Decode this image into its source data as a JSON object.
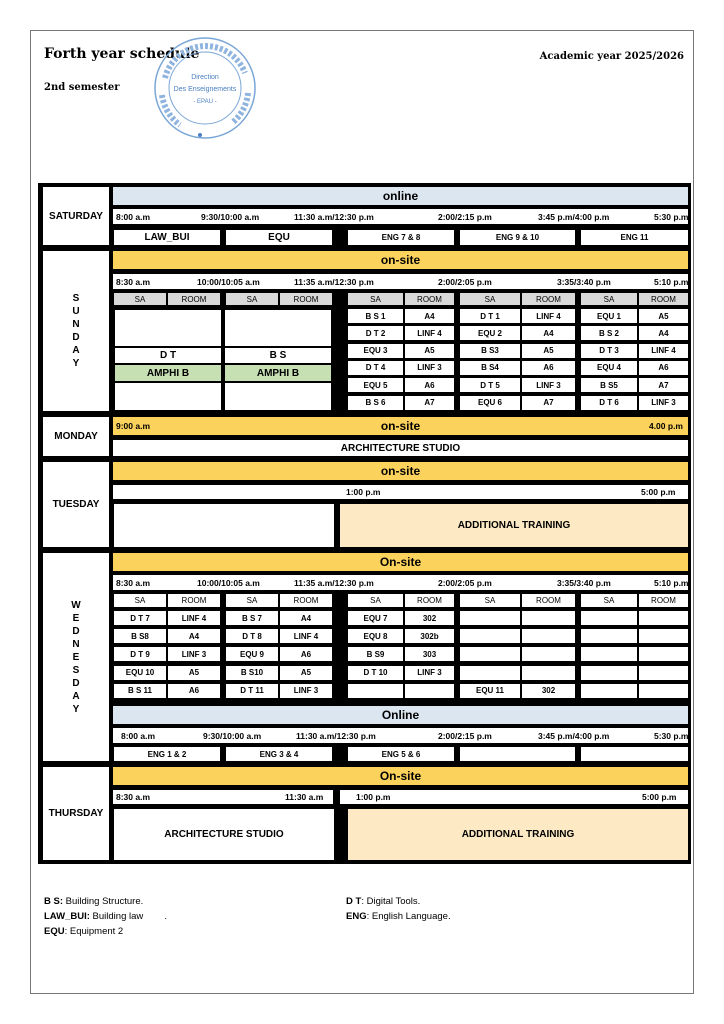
{
  "header": {
    "title": "Forth year schedule",
    "semester": "2nd semester",
    "academic_year": "Academic year 2025/2026",
    "stamp_lines": [
      "Direction",
      "Des Enseignements",
      "- EPAU -"
    ]
  },
  "days": {
    "saturday": "SATURDAY",
    "sunday": [
      "S",
      "U",
      "N",
      "D",
      "A",
      "Y"
    ],
    "monday": "MONDAY",
    "tuesday": "TUESDAY",
    "wednesday": [
      "W",
      "E",
      "D",
      "N",
      "E",
      "S",
      "D",
      "A",
      "Y"
    ],
    "thursday": "THURSDAY"
  },
  "saturday": {
    "band": "online",
    "times": [
      "8:00 a.m",
      "9:30/10:00 a.m",
      "11:30 a.m/12:30 p.m",
      "2:00/2:15 p.m",
      "3:45 p.m/4:00 p.m",
      "5:30 p.m"
    ],
    "courses": [
      "LAW_BUI",
      "EQU",
      "ENG 7 & 8",
      "ENG 9 & 10",
      "ENG 11"
    ]
  },
  "sunday": {
    "band": "on-site",
    "times": [
      "8:30 a.m",
      "10:00/10:05 a.m",
      "11:35 a.m/12:30 p.m",
      "2:00/2:05 p.m",
      "3:35/3:40 p.m",
      "5:10 p.m"
    ],
    "col_sa": "SA",
    "col_room": "ROOM",
    "left": [
      {
        "course": "D T",
        "room": "AMPHI B"
      },
      {
        "course": "B S",
        "room": "AMPHI B"
      }
    ],
    "afternoon": [
      [
        "B S 1",
        "A4",
        "D T 1",
        "LINF 4",
        "EQU 1",
        "A5"
      ],
      [
        "D T 2",
        "LINF 4",
        "EQU 2",
        "A4",
        "B S 2",
        "A4"
      ],
      [
        "EQU 3",
        "A5",
        "B S3",
        "A5",
        "D T 3",
        "LINF 4"
      ],
      [
        "D T 4",
        "LINF 3",
        "B S4",
        "A6",
        "EQU 4",
        "A6"
      ],
      [
        "EQU 5",
        "A6",
        "D T 5",
        "LINF 3",
        "B S5",
        "A7"
      ],
      [
        "B S 6",
        "A7",
        "EQU 6",
        "A7",
        "D T 6",
        "LINF 3"
      ]
    ]
  },
  "monday": {
    "band": "on-site",
    "start": "9:00 a.m",
    "end": "4.00 p.m",
    "activity": "ARCHITECTURE STUDIO"
  },
  "tuesday": {
    "band": "on-site",
    "start": "1:00 p.m",
    "end": "5:00 p.m",
    "activity": "ADDITIONAL TRAINING"
  },
  "wednesday": {
    "band": "On-site",
    "times": [
      "8:30 a.m",
      "10:00/10:05 a.m",
      "11:35 a.m/12:30 p.m",
      "2:00/2:05 p.m",
      "3:35/3:40 p.m",
      "5:10 p.m"
    ],
    "rows": [
      [
        "D T 7",
        "LINF 4",
        "B S 7",
        "A4",
        "EQU 7",
        "302",
        "",
        "",
        "",
        ""
      ],
      [
        "B S8",
        "A4",
        "D T 8",
        "LINF 4",
        "EQU 8",
        "302b",
        "",
        "",
        "",
        ""
      ],
      [
        "D T 9",
        "LINF 3",
        "EQU 9",
        "A6",
        "B S9",
        "303",
        "",
        "",
        "",
        ""
      ],
      [
        "EQU 10",
        "A5",
        "B S10",
        "A5",
        "D T 10",
        "LINF 3",
        "",
        "",
        "",
        ""
      ],
      [
        "B S 11",
        "A6",
        "D T 11",
        "LINF 3",
        "",
        "",
        "EQU 11",
        "302",
        "",
        ""
      ]
    ],
    "band2": "Online",
    "times2": [
      "8:00 a.m",
      "9:30/10:00 a.m",
      "11:30 a.m/12:30 p.m",
      "2:00/2:15 p.m",
      "3:45 p.m/4:00 p.m",
      "5:30 p.m"
    ],
    "eng": [
      "ENG 1 & 2",
      "ENG 3 & 4",
      "ENG 5 & 6"
    ]
  },
  "thursday": {
    "band": "On-site",
    "t1": "8:30 a.m",
    "t2": "11:30 a.m",
    "t3": "1:00 p.m",
    "t4": "5:00 p.m",
    "morning": "ARCHITECTURE STUDIO",
    "afternoon": "ADDITIONAL TRAINING"
  },
  "legend": [
    {
      "key": "B S:",
      "text": " Building Structure."
    },
    {
      "key": "D T",
      "text": ": Digital Tools."
    },
    {
      "key": "LAW_BUI:",
      "text": " Building law        ."
    },
    {
      "key": "ENG",
      "text": ": English Language."
    },
    {
      "key": "EQU",
      "text": ": Equipment 2"
    }
  ],
  "colors": {
    "online": "#dce6f1",
    "onsite": "#fbd25c",
    "green": "#c6e0b4",
    "cream": "#fdeac4",
    "header_gray": "#d9d9d9"
  }
}
